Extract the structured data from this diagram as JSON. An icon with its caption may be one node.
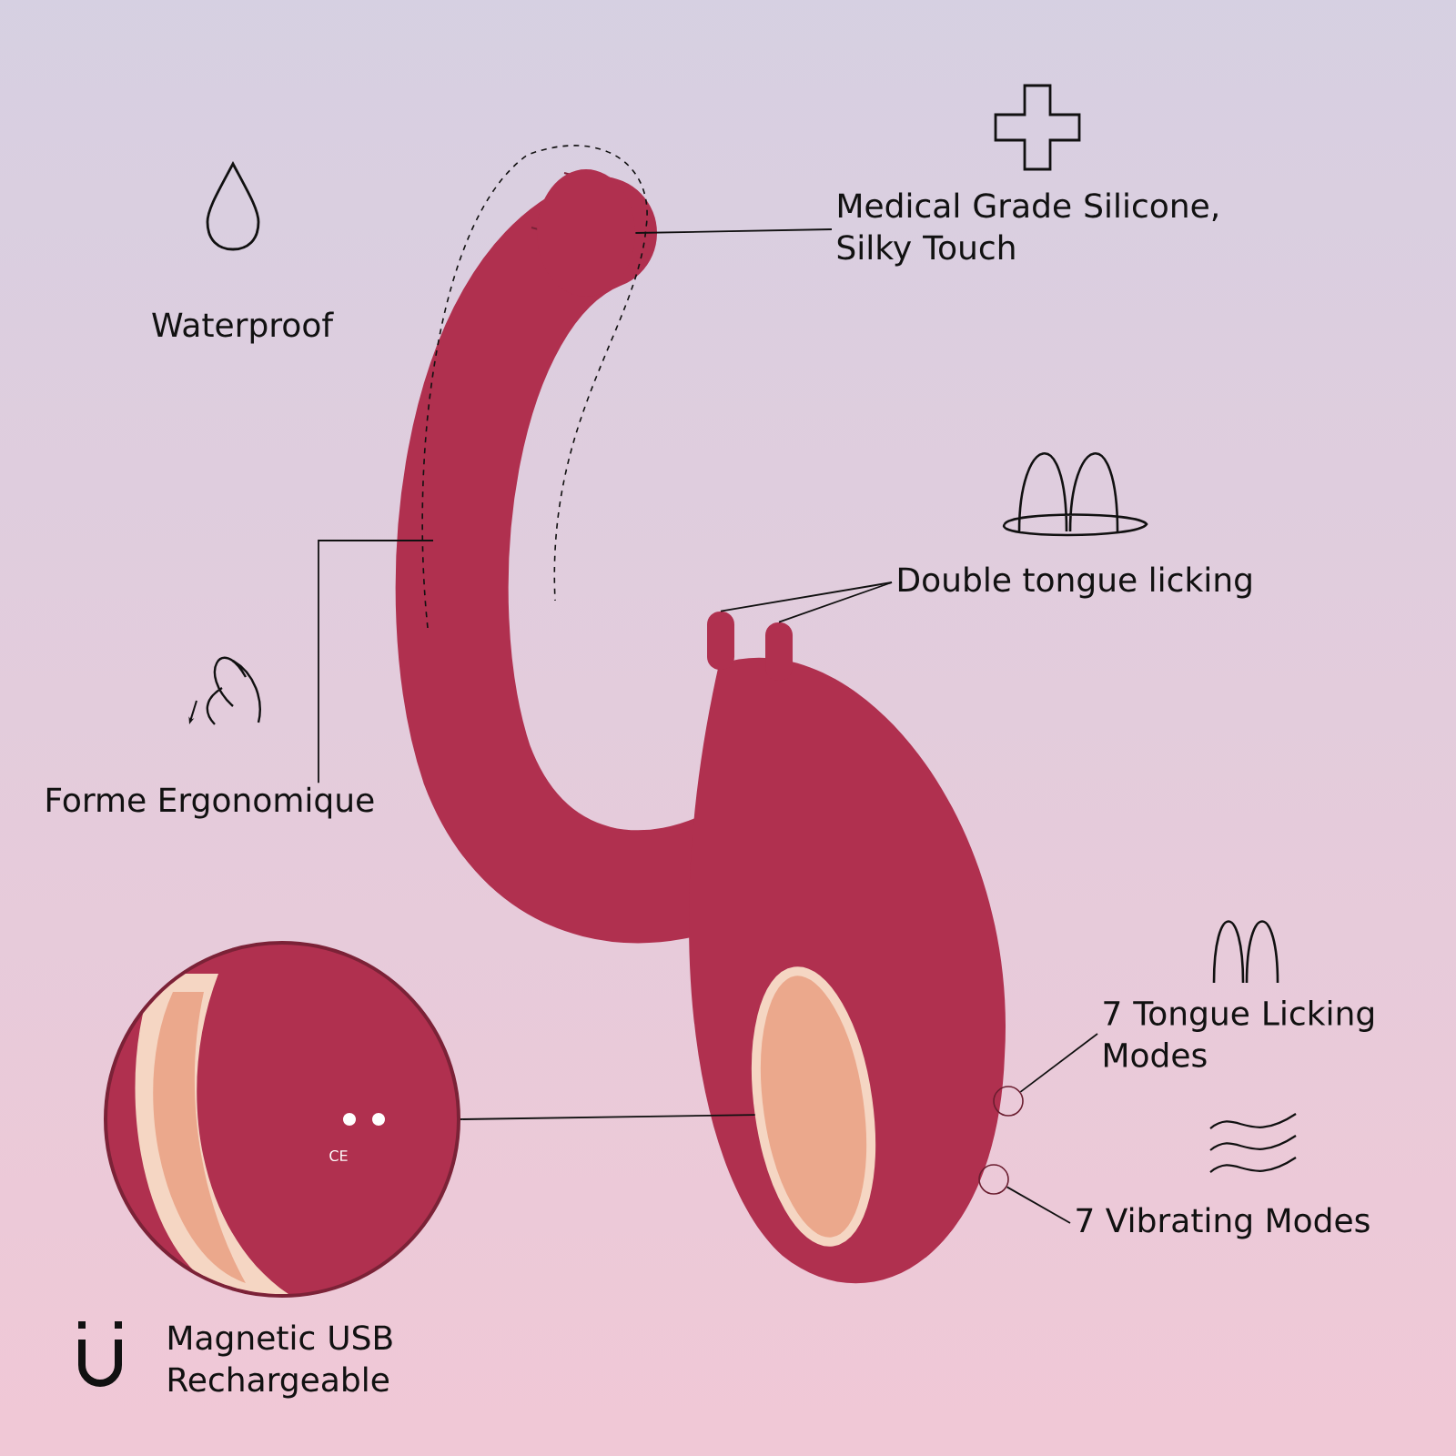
{
  "diagram": {
    "nodes": [
      {
        "text": [
          "Medical Grade Silicone, Silky Touch"
        ]
      },
      {
        "text": [],
        "shape": "picture"
      },
      {
        "text": [
          "Double tongue licking"
        ]
      },
      {
        "text": [],
        "shape": "box"
      },
      {
        "text": [],
        "shape": "box"
      },
      {
        "text": [
          "Forme Ergonomique"
        ]
      },
      {
        "text": [],
        "shape": "circle",
        "beside": [
          "Magnetic USB Rechargeable"
        ]
      },
      {
        "text": [],
        "shape": "picture"
      },
      {
        "text": [
          "7 Tongue Licking Modes"
        ]
      },
      {
        "text": [],
        "shape": "circle"
      },
      {
        "text": [
          "7 Vibrating Modes"
        ]
      },
      {
        "text": [],
        "shape": "circle"
      }
    ],
    "edges": [
      {
        "from": 0,
        "to": 1,
        "arrow": "none"
      },
      {
        "from": 2,
        "to": 3,
        "arrow": "none"
      },
      {
        "from": 2,
        "to": 4,
        "arrow": "none"
      },
      {
        "from": 5,
        "to": null,
        "arrow": "none"
      },
      {
        "from": 6,
        "to": 7,
        "arrow": "none"
      },
      {
        "from": 8,
        "to": 9,
        "arrow": "none"
      },
      {
        "from": 10,
        "to": 11,
        "arrow": "none"
      }
    ],
    "labels": [
      "Waterproof",
      "CE"
    ]
  }
}
